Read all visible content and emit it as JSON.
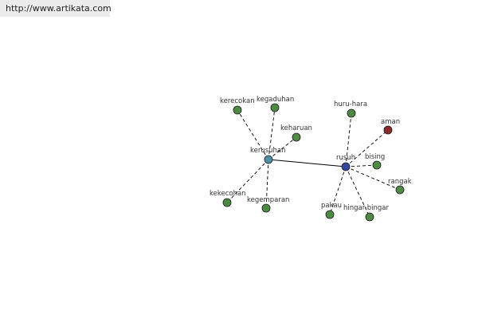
{
  "header": {
    "url": "http://www.artikata.com"
  },
  "colors": {
    "leaf": "#4f8a45",
    "hub_kerusuhan": "#4c8fa6",
    "hub_rusuh": "#35479c",
    "antonym": "#8b2a2a"
  },
  "graph": {
    "hubs": [
      {
        "id": "kerusuhan",
        "label": "kerusuhan",
        "color_key": "hub_kerusuhan"
      },
      {
        "id": "rusuh",
        "label": "rusuh",
        "color_key": "hub_rusuh"
      }
    ],
    "leaves": [
      {
        "id": "kerecokan",
        "label": "kerecokan",
        "parent": "kerusuhan",
        "color_key": "leaf"
      },
      {
        "id": "kegaduhan",
        "label": "kegaduhan",
        "parent": "kerusuhan",
        "color_key": "leaf"
      },
      {
        "id": "keharuan",
        "label": "keharuan",
        "parent": "kerusuhan",
        "color_key": "leaf"
      },
      {
        "id": "kekecohan",
        "label": "kekecohan",
        "parent": "kerusuhan",
        "color_key": "leaf"
      },
      {
        "id": "kegemparan",
        "label": "kegemparan",
        "parent": "kerusuhan",
        "color_key": "leaf"
      },
      {
        "id": "huru-hara",
        "label": "huru-hara",
        "parent": "rusuh",
        "color_key": "leaf"
      },
      {
        "id": "aman",
        "label": "aman",
        "parent": "rusuh",
        "color_key": "antonym"
      },
      {
        "id": "bising",
        "label": "bising",
        "parent": "rusuh",
        "color_key": "leaf"
      },
      {
        "id": "rangak",
        "label": "rangak",
        "parent": "rusuh",
        "color_key": "leaf"
      },
      {
        "id": "pakau",
        "label": "pakau",
        "parent": "rusuh",
        "color_key": "leaf"
      },
      {
        "id": "hingar-bingar",
        "label": "hingar-bingar",
        "parent": "rusuh",
        "color_key": "leaf"
      }
    ],
    "edges": [
      {
        "from": "kerusuhan",
        "to": "rusuh",
        "style": "solid"
      }
    ]
  }
}
